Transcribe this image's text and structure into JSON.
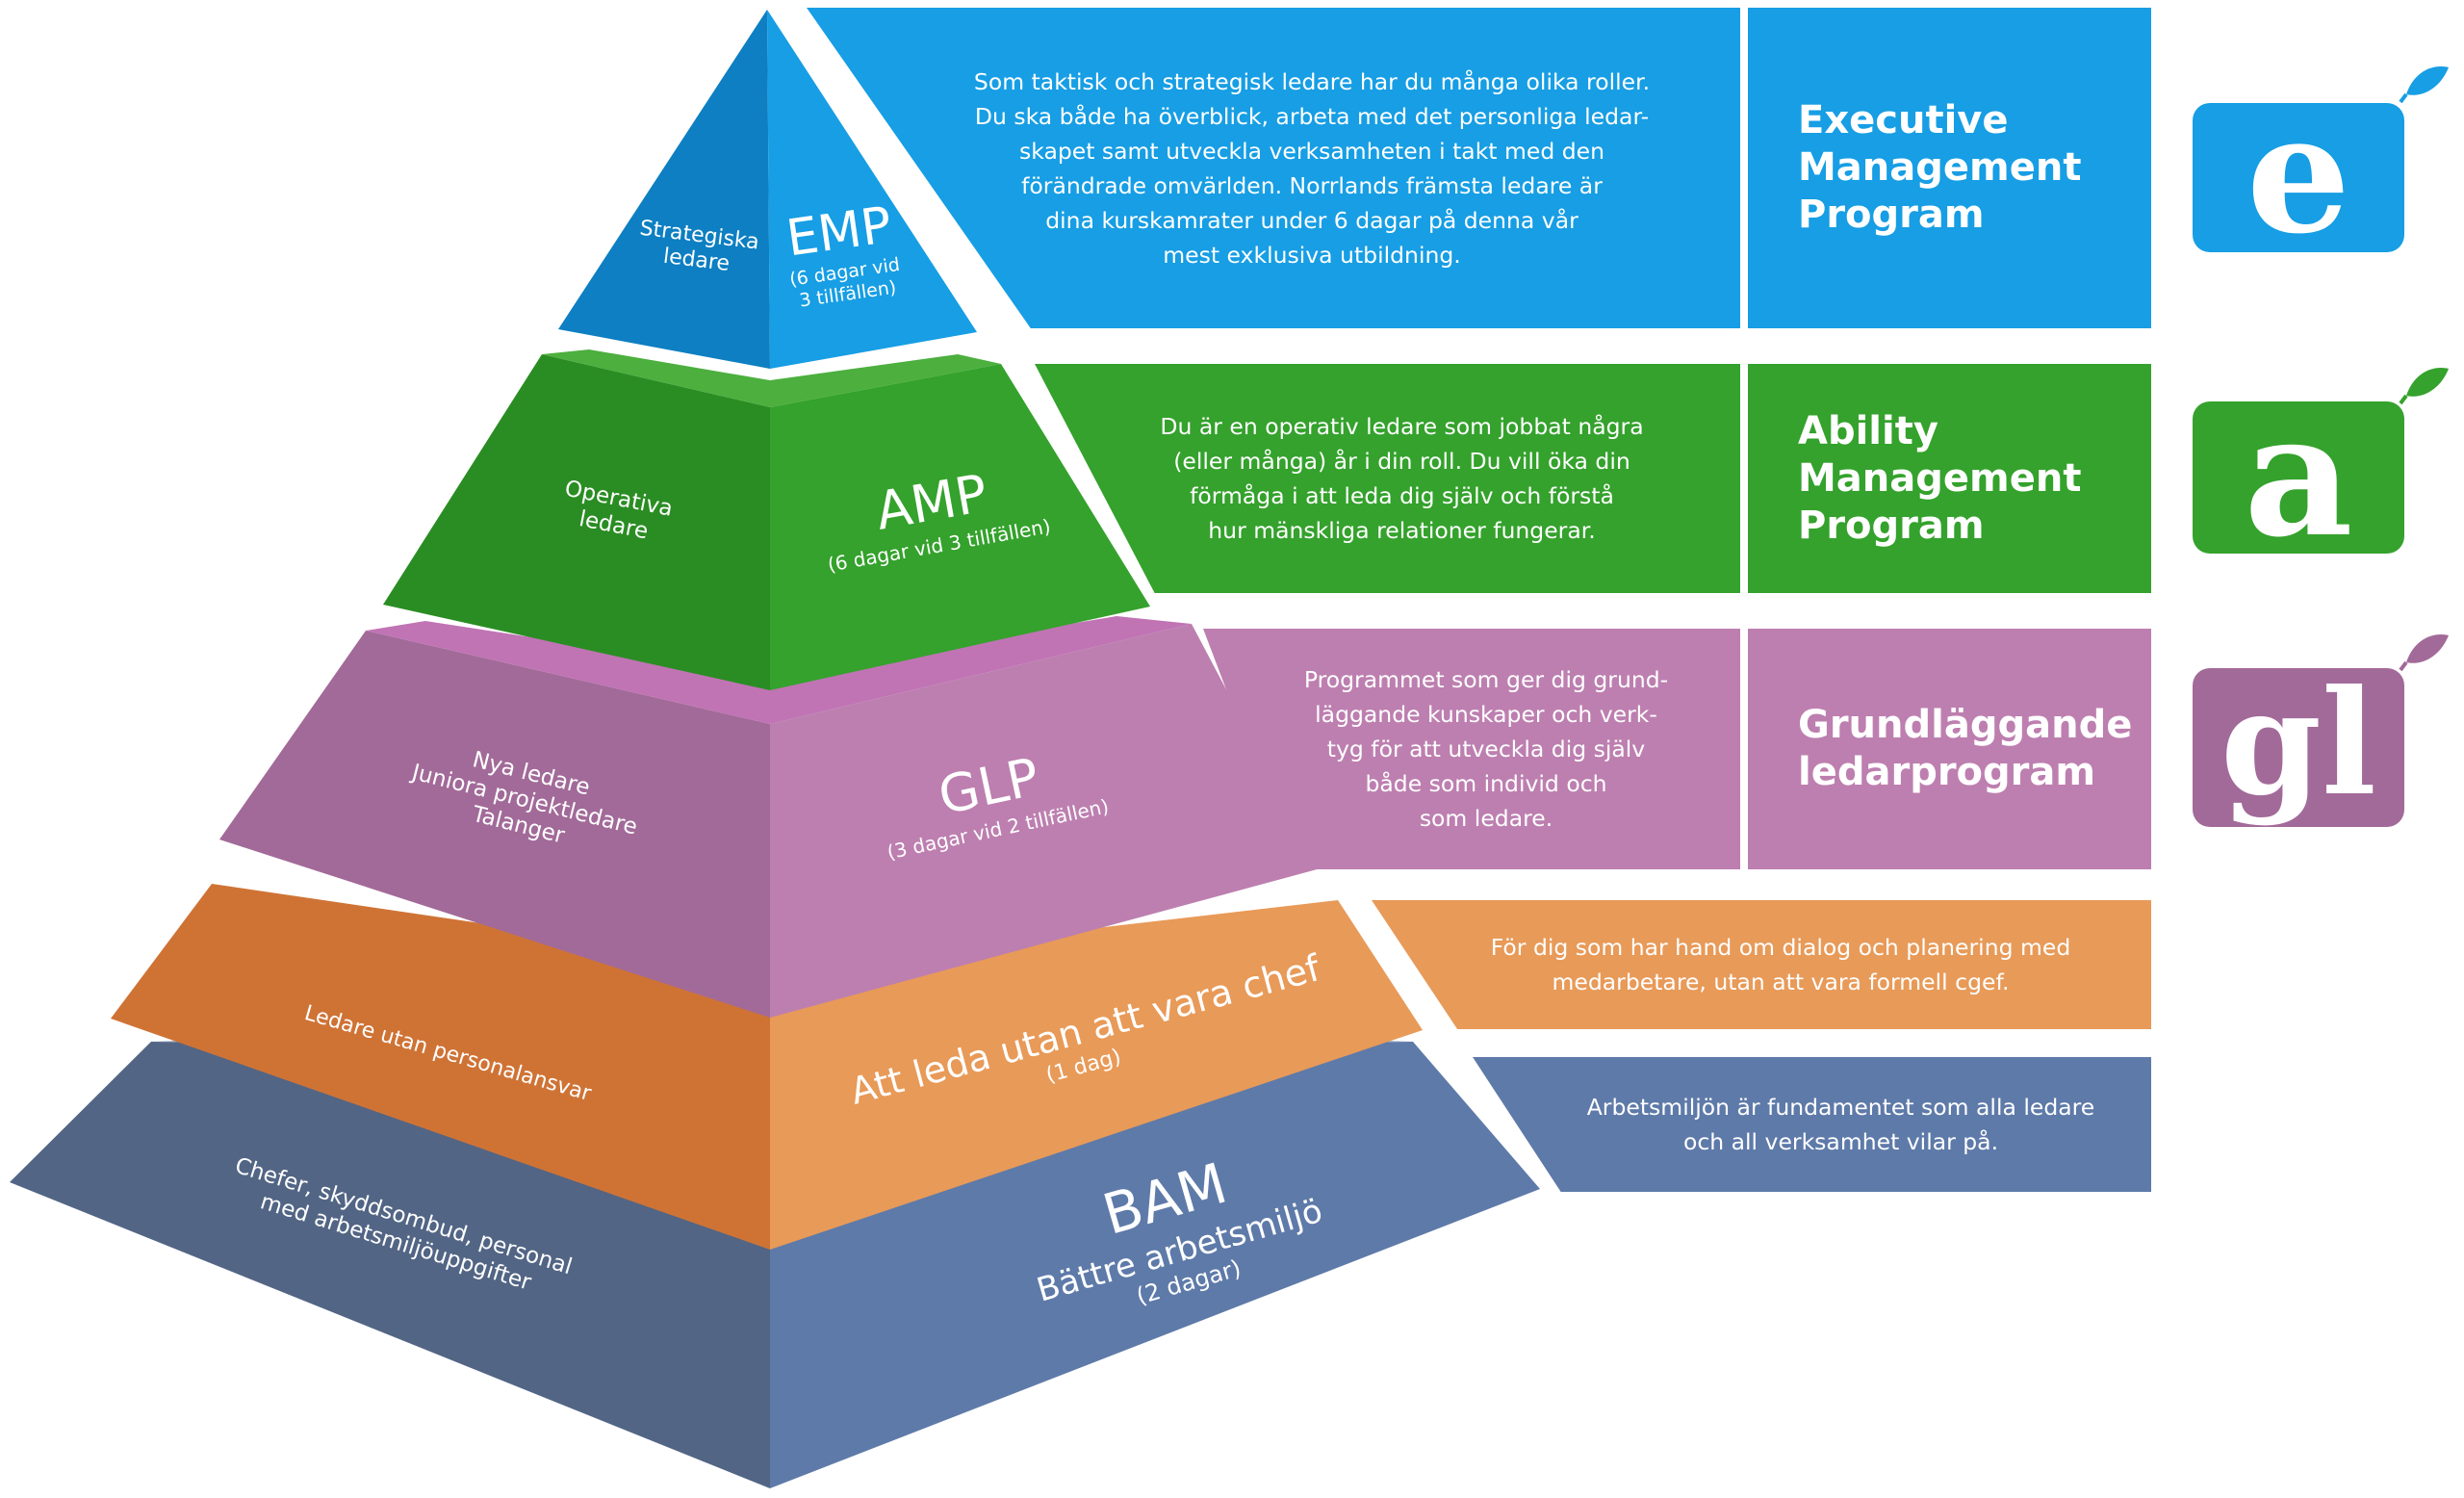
{
  "colors": {
    "emp": "#179ee4",
    "emp_dark": "#0d7fc2",
    "amp": "#34a22c",
    "amp_dark": "#2a8d23",
    "glp": "#bd7fb0",
    "glp_dark": "#a26a99",
    "ledare": "#e89a58",
    "ledare_dark": "#cf7335",
    "bam": "#5e7aa9",
    "bam_dark": "#526585"
  },
  "levels": {
    "emp": {
      "abbr": "EMP",
      "detail": "(6 dagar vid\n3 tillfällen)",
      "audience": "Strategiska\nledare",
      "description": "Som taktisk och strategisk ledare har du många olika roller.\nDu ska både ha överblick, arbeta med det personliga ledar-\nskapet samt utveckla verksamheten i takt med den\nförändrade omvärlden. Norrlands främsta ledare är\ndina kurskamrater under 6 dagar på denna vår\nmest exklusiva utbildning.",
      "program_name": "Executive\nManagement\nProgram",
      "logo_letter": "e",
      "logo_icon": "leaf-e-logo-icon"
    },
    "amp": {
      "abbr": "AMP",
      "detail": "(6 dagar vid 3 tillfällen)",
      "audience": "Operativa\nledare",
      "description": "Du är en operativ ledare som jobbat några\n(eller många) år i din roll. Du vill öka din\nförmåga i att leda dig själv och förstå\nhur mänskliga relationer fungerar.",
      "program_name": "Ability\nManagement\nProgram",
      "logo_letter": "a",
      "logo_icon": "leaf-a-logo-icon"
    },
    "glp": {
      "abbr": "GLP",
      "detail": "(3 dagar vid 2 tillfällen)",
      "audience": "Nya ledare\nJuniora projektledare\nTalanger",
      "description": "Programmet som ger dig grund-\nläggande kunskaper och verk-\ntyg för att utveckla dig själv\nbåde som individ och\nsom ledare.",
      "program_name": "Grundläggande\nledarprogram",
      "logo_letter": "gl",
      "logo_icon": "leaf-gl-logo-icon"
    },
    "ledare": {
      "abbr": "Att leda utan att vara chef",
      "detail": "(1 dag)",
      "audience": "Ledare utan personalansvar",
      "description": "För dig som har hand om dialog och planering med\nmedarbetare, utan att vara formell cgef."
    },
    "bam": {
      "abbr": "BAM",
      "subtitle": "Bättre arbetsmiljö",
      "detail": "(2 dagar)",
      "audience": "Chefer, skyddsombud, personal\nmed arbetsmiljöuppgifter",
      "description": "Arbetsmiljön är fundamentet som alla ledare\noch all verksamhet vilar på."
    }
  }
}
